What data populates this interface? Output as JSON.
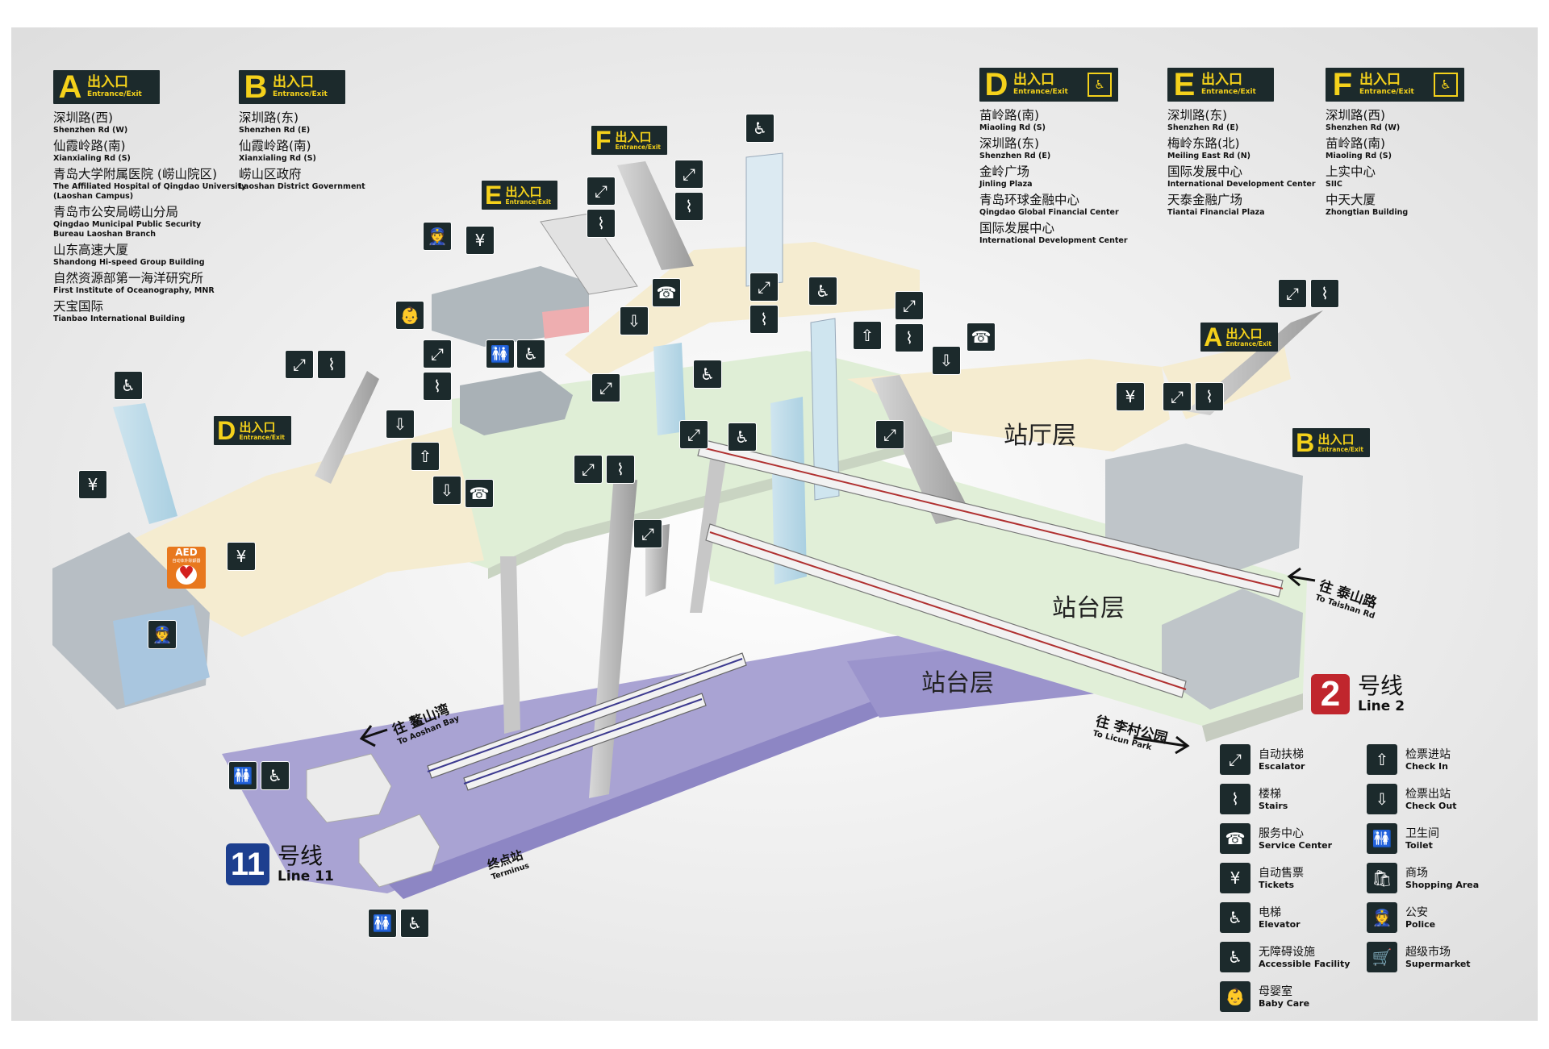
{
  "exits": [
    {
      "letter": "A",
      "cn": "出入口",
      "en": "Entrance/Exit",
      "elevator": false,
      "destinations": [
        {
          "cn": "深圳路(西)",
          "en": "Shenzhen Rd (W)"
        },
        {
          "cn": "仙霞岭路(南)",
          "en": "Xianxialing Rd (S)"
        },
        {
          "cn": "青岛大学附属医院 (崂山院区)",
          "en": "The Affiliated Hospital of Qingdao University (Laoshan Campus)"
        },
        {
          "cn": "青岛市公安局崂山分局",
          "en": "Qingdao Municipal Public Security Bureau Laoshan Branch"
        },
        {
          "cn": "山东高速大厦",
          "en": "Shandong Hi-speed Group Building"
        },
        {
          "cn": "自然资源部第一海洋研究所",
          "en": "First Institute of Oceanography, MNR"
        },
        {
          "cn": "天宝国际",
          "en": "Tianbao International Building"
        }
      ]
    },
    {
      "letter": "B",
      "cn": "出入口",
      "en": "Entrance/Exit",
      "elevator": false,
      "destinations": [
        {
          "cn": "深圳路(东)",
          "en": "Shenzhen Rd (E)"
        },
        {
          "cn": "仙霞岭路(南)",
          "en": "Xianxialing Rd (S)"
        },
        {
          "cn": "崂山区政府",
          "en": "Laoshan District Government"
        }
      ]
    },
    {
      "letter": "D",
      "cn": "出入口",
      "en": "Entrance/Exit",
      "elevator": true,
      "destinations": [
        {
          "cn": "苗岭路(南)",
          "en": "Miaoling Rd (S)"
        },
        {
          "cn": "深圳路(东)",
          "en": "Shenzhen Rd (E)"
        },
        {
          "cn": "金岭广场",
          "en": "Jinling Plaza"
        },
        {
          "cn": "青岛环球金融中心",
          "en": "Qingdao Global Financial Center"
        },
        {
          "cn": "国际发展中心",
          "en": "International Development Center"
        }
      ]
    },
    {
      "letter": "E",
      "cn": "出入口",
      "en": "Entrance/Exit",
      "elevator": false,
      "destinations": [
        {
          "cn": "深圳路(东)",
          "en": "Shenzhen Rd (E)"
        },
        {
          "cn": "梅岭东路(北)",
          "en": "Meiling East Rd (N)"
        },
        {
          "cn": "国际发展中心",
          "en": "International Development Center"
        },
        {
          "cn": "天泰金融广场",
          "en": "Tiantai  Financial  Plaza"
        }
      ]
    },
    {
      "letter": "F",
      "cn": "出入口",
      "en": "Entrance/Exit",
      "elevator": true,
      "destinations": [
        {
          "cn": "深圳路(西)",
          "en": "Shenzhen Rd (W)"
        },
        {
          "cn": "苗岭路(南)",
          "en": "Miaoling Rd (S)"
        },
        {
          "cn": "上实中心",
          "en": "SIIC"
        },
        {
          "cn": "中天大厦",
          "en": "Zhongtian Building"
        }
      ]
    }
  ],
  "map_exits": [
    {
      "letter": "F",
      "cn": "出入口",
      "en": "Entrance/Exit"
    },
    {
      "letter": "E",
      "cn": "出入口",
      "en": "Entrance/Exit"
    },
    {
      "letter": "D",
      "cn": "出入口",
      "en": "Entrance/Exit"
    },
    {
      "letter": "A",
      "cn": "出入口",
      "en": "Entrance/Exit"
    },
    {
      "letter": "B",
      "cn": "出入口",
      "en": "Entrance/Exit"
    }
  ],
  "floors": {
    "concourse": "站厅层",
    "platform_line2": "站台层",
    "platform_line11": "站台层"
  },
  "directions": {
    "taishan": {
      "cn": "往 泰山路",
      "en": "To Taishan Rd"
    },
    "aoshan": {
      "cn": "往 鳌山湾",
      "en": "To Aoshan Bay"
    },
    "licun": {
      "cn": "往 李村公园",
      "en": "To Licun Park"
    },
    "terminus": {
      "cn": "终点站",
      "en": "Terminus"
    }
  },
  "lines": {
    "line2": {
      "num": "2",
      "cn": "号线",
      "en": "Line 2",
      "color": "#c0262d"
    },
    "line11": {
      "num": "11",
      "cn": "号线",
      "en": "Line 11",
      "color": "#1d3f8f"
    }
  },
  "aed": {
    "label": "AED",
    "sub": "自动体外除颤器"
  },
  "legend": [
    {
      "icon": "escalator-icon",
      "glyph": "⤢",
      "cn": "自动扶梯",
      "en": "Escalator"
    },
    {
      "icon": "check-in-icon",
      "glyph": "⇧",
      "cn": "检票进站",
      "en": "Check In"
    },
    {
      "icon": "stairs-icon",
      "glyph": "⌇",
      "cn": "楼梯",
      "en": "Stairs"
    },
    {
      "icon": "check-out-icon",
      "glyph": "⇩",
      "cn": "检票出站",
      "en": "Check Out"
    },
    {
      "icon": "service-center-icon",
      "glyph": "☎",
      "cn": "服务中心",
      "en": "Service Center"
    },
    {
      "icon": "toilet-icon",
      "glyph": "🚻",
      "cn": "卫生间",
      "en": "Toilet"
    },
    {
      "icon": "tickets-icon",
      "glyph": "¥",
      "cn": "自动售票",
      "en": "Tickets"
    },
    {
      "icon": "shopping-icon",
      "glyph": "🛍",
      "cn": "商场",
      "en": "Shopping Area"
    },
    {
      "icon": "elevator-icon",
      "glyph": "♿",
      "cn": "电梯",
      "en": "Elevator"
    },
    {
      "icon": "police-icon",
      "glyph": "👮",
      "cn": "公安",
      "en": "Police"
    },
    {
      "icon": "accessible-icon",
      "glyph": "♿",
      "cn": "无障碍设施",
      "en": "Accessible Facility"
    },
    {
      "icon": "supermarket-icon",
      "glyph": "🛒",
      "cn": "超级市场",
      "en": "Supermarket"
    },
    {
      "icon": "baby-care-icon",
      "glyph": "👶",
      "cn": "母婴室",
      "en": "Baby Care"
    }
  ],
  "colors": {
    "badge_bg": "#1c2a2c",
    "badge_text": "#f4d11b",
    "concourse": "#dfeed6",
    "passage": "#f5ecd0",
    "platform_line2": "#e1efd8",
    "platform_line11": "#a9a3d3",
    "track_line11": "#8d86c4",
    "walls": "#b8c0c4"
  }
}
